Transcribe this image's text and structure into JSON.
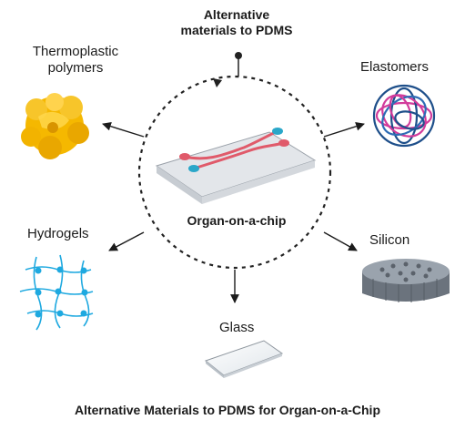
{
  "top_label": {
    "line1": "Alternative",
    "line2": "materials to PDMS"
  },
  "center_label": "Organ-on-a-chip",
  "materials": {
    "thermoplastic": {
      "line1": "Thermoplastic",
      "line2": "polymers"
    },
    "elastomers": "Elastomers",
    "hydrogels": "Hydrogels",
    "silicon": "Silicon",
    "glass": "Glass"
  },
  "caption": "Alternative Materials to PDMS for Organ-on-a-Chip",
  "colors": {
    "thermoplastic": "#f5b800",
    "elastomer_blue": "#1e4f8a",
    "elastomer_pink": "#d23b9b",
    "hydrogel": "#1ea9e0",
    "silicon": "#7c8591",
    "chip_red": "#e05a6a",
    "chip_teal": "#2aa7c9"
  }
}
